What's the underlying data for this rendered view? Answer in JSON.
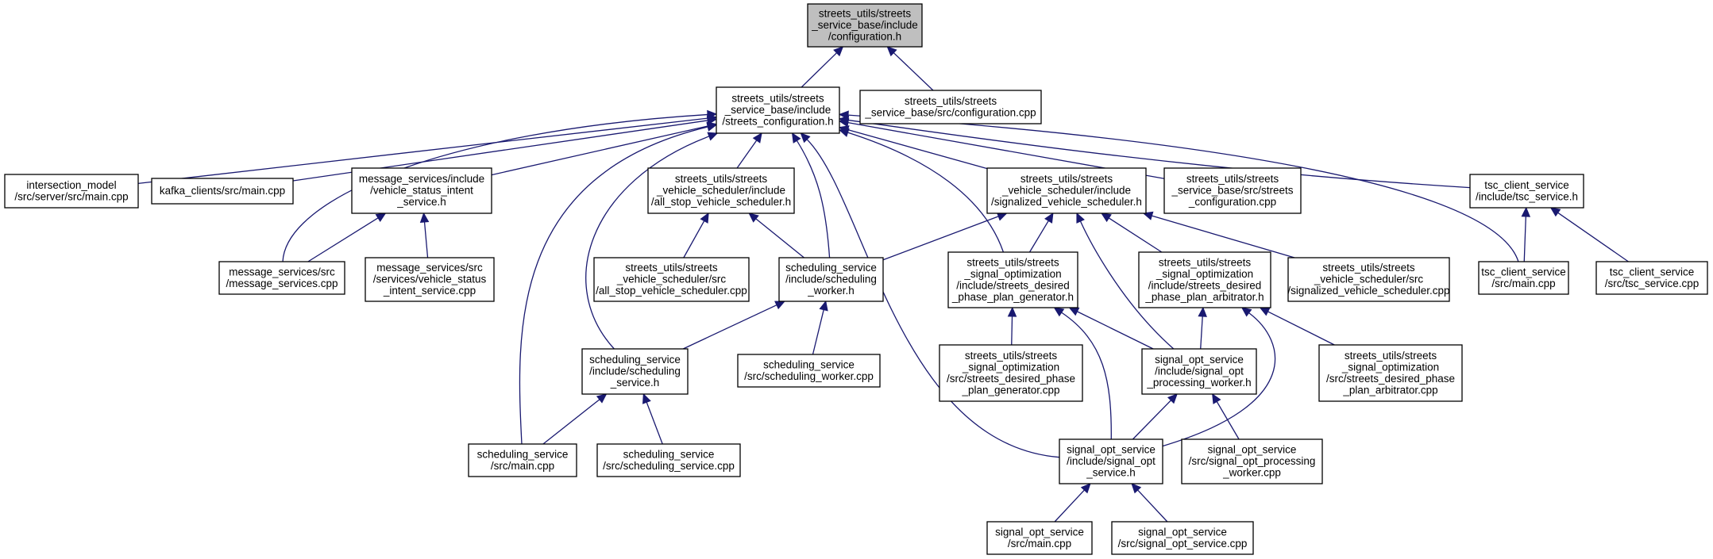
{
  "graph_data": {
    "nodes": [
      {
        "id": "configuration_h",
        "lines": [
          "streets_utils/streets",
          "_service_base/include",
          "/configuration.h"
        ],
        "highlighted": true
      },
      {
        "id": "streets_configuration_h",
        "lines": [
          "streets_utils/streets",
          "_service_base/include",
          "/streets_configuration.h"
        ]
      },
      {
        "id": "configuration_cpp",
        "lines": [
          "streets_utils/streets",
          "_service_base/src/configuration.cpp"
        ]
      },
      {
        "id": "intersection_main",
        "lines": [
          "intersection_model",
          "/src/server/src/main.cpp"
        ]
      },
      {
        "id": "kafka_main",
        "lines": [
          "kafka_clients/src/main.cpp"
        ]
      },
      {
        "id": "vehicle_status_intent_h",
        "lines": [
          "message_services/include",
          "/vehicle_status_intent",
          "_service.h"
        ]
      },
      {
        "id": "all_stop_scheduler_h",
        "lines": [
          "streets_utils/streets",
          "_vehicle_scheduler/include",
          "/all_stop_vehicle_scheduler.h"
        ]
      },
      {
        "id": "signalized_scheduler_h",
        "lines": [
          "streets_utils/streets",
          "_vehicle_scheduler/include",
          "/signalized_vehicle_scheduler.h"
        ]
      },
      {
        "id": "streets_configuration_cpp",
        "lines": [
          "streets_utils/streets",
          "_service_base/src/streets",
          "_configuration.cpp"
        ]
      },
      {
        "id": "tsc_service_h",
        "lines": [
          "tsc_client_service",
          "/include/tsc_service.h"
        ]
      },
      {
        "id": "message_services_cpp",
        "lines": [
          "message_services/src",
          "/message_services.cpp"
        ]
      },
      {
        "id": "vehicle_status_intent_cpp",
        "lines": [
          "message_services/src",
          "/services/vehicle_status",
          "_intent_service.cpp"
        ]
      },
      {
        "id": "all_stop_scheduler_cpp",
        "lines": [
          "streets_utils/streets",
          "_vehicle_scheduler/src",
          "/all_stop_vehicle_scheduler.cpp"
        ]
      },
      {
        "id": "scheduling_worker_h",
        "lines": [
          "scheduling_service",
          "/include/scheduling",
          "_worker.h"
        ]
      },
      {
        "id": "desired_plan_generator_h",
        "lines": [
          "streets_utils/streets",
          "_signal_optimization",
          "/include/streets_desired",
          "_phase_plan_generator.h"
        ]
      },
      {
        "id": "desired_plan_arbitrator_h",
        "lines": [
          "streets_utils/streets",
          "_signal_optimization",
          "/include/streets_desired",
          "_phase_plan_arbitrator.h"
        ]
      },
      {
        "id": "signalized_scheduler_cpp",
        "lines": [
          "streets_utils/streets",
          "_vehicle_scheduler/src",
          "/signalized_vehicle_scheduler.cpp"
        ]
      },
      {
        "id": "tsc_main",
        "lines": [
          "tsc_client_service",
          "/src/main.cpp"
        ]
      },
      {
        "id": "tsc_service_cpp",
        "lines": [
          "tsc_client_service",
          "/src/tsc_service.cpp"
        ]
      },
      {
        "id": "scheduling_service_h",
        "lines": [
          "scheduling_service",
          "/include/scheduling",
          "_service.h"
        ]
      },
      {
        "id": "scheduling_worker_cpp",
        "lines": [
          "scheduling_service",
          "/src/scheduling_worker.cpp"
        ]
      },
      {
        "id": "desired_plan_generator_cpp",
        "lines": [
          "streets_utils/streets",
          "_signal_optimization",
          "/src/streets_desired_phase",
          "_plan_generator.cpp"
        ]
      },
      {
        "id": "signal_opt_processing_worker_h",
        "lines": [
          "signal_opt_service",
          "/include/signal_opt",
          "_processing_worker.h"
        ]
      },
      {
        "id": "desired_plan_arbitrator_cpp",
        "lines": [
          "streets_utils/streets",
          "_signal_optimization",
          "/src/streets_desired_phase",
          "_plan_arbitrator.cpp"
        ]
      },
      {
        "id": "scheduling_main",
        "lines": [
          "scheduling_service",
          "/src/main.cpp"
        ]
      },
      {
        "id": "scheduling_service_cpp",
        "lines": [
          "scheduling_service",
          "/src/scheduling_service.cpp"
        ]
      },
      {
        "id": "signal_opt_service_h",
        "lines": [
          "signal_opt_service",
          "/include/signal_opt",
          "_service.h"
        ]
      },
      {
        "id": "signal_opt_processing_worker_cpp",
        "lines": [
          "signal_opt_service",
          "/src/signal_opt_processing",
          "_worker.cpp"
        ]
      },
      {
        "id": "signal_opt_main",
        "lines": [
          "signal_opt_service",
          "/src/main.cpp"
        ]
      },
      {
        "id": "signal_opt_service_cpp",
        "lines": [
          "signal_opt_service",
          "/src/signal_opt_service.cpp"
        ]
      }
    ],
    "edges": [
      {
        "from": "streets_configuration_h",
        "to": "configuration_h"
      },
      {
        "from": "configuration_cpp",
        "to": "configuration_h"
      },
      {
        "from": "intersection_main",
        "to": "streets_configuration_h"
      },
      {
        "from": "kafka_main",
        "to": "streets_configuration_h"
      },
      {
        "from": "vehicle_status_intent_h",
        "to": "streets_configuration_h"
      },
      {
        "from": "message_services_cpp",
        "to": "streets_configuration_h"
      },
      {
        "from": "scheduling_main",
        "to": "streets_configuration_h"
      },
      {
        "from": "scheduling_service_h",
        "to": "streets_configuration_h"
      },
      {
        "from": "all_stop_scheduler_h",
        "to": "streets_configuration_h"
      },
      {
        "from": "scheduling_worker_h",
        "to": "streets_configuration_h"
      },
      {
        "from": "signal_opt_service_h",
        "to": "streets_configuration_h"
      },
      {
        "from": "desired_plan_generator_h",
        "to": "streets_configuration_h"
      },
      {
        "from": "signalized_scheduler_h",
        "to": "streets_configuration_h"
      },
      {
        "from": "streets_configuration_cpp",
        "to": "streets_configuration_h"
      },
      {
        "from": "tsc_main",
        "to": "streets_configuration_h"
      },
      {
        "from": "tsc_service_h",
        "to": "streets_configuration_h"
      },
      {
        "from": "message_services_cpp",
        "to": "vehicle_status_intent_h"
      },
      {
        "from": "vehicle_status_intent_cpp",
        "to": "vehicle_status_intent_h"
      },
      {
        "from": "all_stop_scheduler_cpp",
        "to": "all_stop_scheduler_h"
      },
      {
        "from": "scheduling_worker_h",
        "to": "all_stop_scheduler_h"
      },
      {
        "from": "scheduling_worker_h",
        "to": "signalized_scheduler_h"
      },
      {
        "from": "desired_plan_generator_h",
        "to": "signalized_scheduler_h"
      },
      {
        "from": "signal_opt_processing_worker_h",
        "to": "signalized_scheduler_h"
      },
      {
        "from": "desired_plan_arbitrator_h",
        "to": "signalized_scheduler_h"
      },
      {
        "from": "signalized_scheduler_cpp",
        "to": "signalized_scheduler_h"
      },
      {
        "from": "tsc_main",
        "to": "tsc_service_h"
      },
      {
        "from": "tsc_service_cpp",
        "to": "tsc_service_h"
      },
      {
        "from": "scheduling_service_h",
        "to": "scheduling_worker_h"
      },
      {
        "from": "scheduling_worker_cpp",
        "to": "scheduling_worker_h"
      },
      {
        "from": "desired_plan_generator_cpp",
        "to": "desired_plan_generator_h"
      },
      {
        "from": "signal_opt_processing_worker_h",
        "to": "desired_plan_generator_h"
      },
      {
        "from": "signal_opt_service_h",
        "to": "desired_plan_generator_h"
      },
      {
        "from": "signal_opt_processing_worker_h",
        "to": "desired_plan_arbitrator_h"
      },
      {
        "from": "signal_opt_service_h",
        "to": "desired_plan_arbitrator_h"
      },
      {
        "from": "desired_plan_arbitrator_cpp",
        "to": "desired_plan_arbitrator_h"
      },
      {
        "from": "scheduling_main",
        "to": "scheduling_service_h"
      },
      {
        "from": "scheduling_service_cpp",
        "to": "scheduling_service_h"
      },
      {
        "from": "signal_opt_service_h",
        "to": "signal_opt_processing_worker_h"
      },
      {
        "from": "signal_opt_processing_worker_cpp",
        "to": "signal_opt_processing_worker_h"
      },
      {
        "from": "signal_opt_main",
        "to": "signal_opt_service_h"
      },
      {
        "from": "signal_opt_service_cpp",
        "to": "signal_opt_service_h"
      }
    ]
  },
  "colors": {
    "edge": "#191970",
    "root_fill": "#bfbfbf",
    "node_fill": "#ffffff",
    "border": "#000000"
  }
}
